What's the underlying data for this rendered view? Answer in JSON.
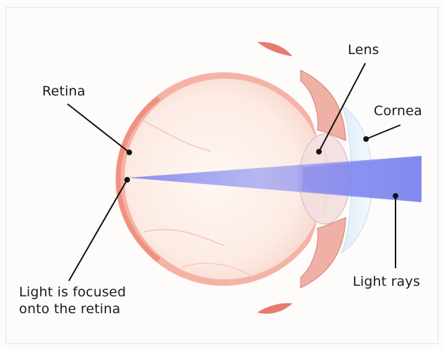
{
  "labels": {
    "lens": "Lens",
    "retina": "Retina",
    "cornea": "Cornea",
    "focus_line1": "Light is focused",
    "focus_line2": "onto the retina",
    "light_rays": "Light rays"
  },
  "colors": {
    "background": "#fdfcfb",
    "sclera": "#f1a392",
    "sclera_dark": "#d86a5c",
    "eyeball_fill": "#fbe6df",
    "vitreous": "#fdf1ec",
    "retina": "#f08c79",
    "light_beam": "#6f78f0",
    "cornea": "#e7f1fb",
    "leader_line": "#111111"
  },
  "icons": [
    "eye-cross-section"
  ]
}
